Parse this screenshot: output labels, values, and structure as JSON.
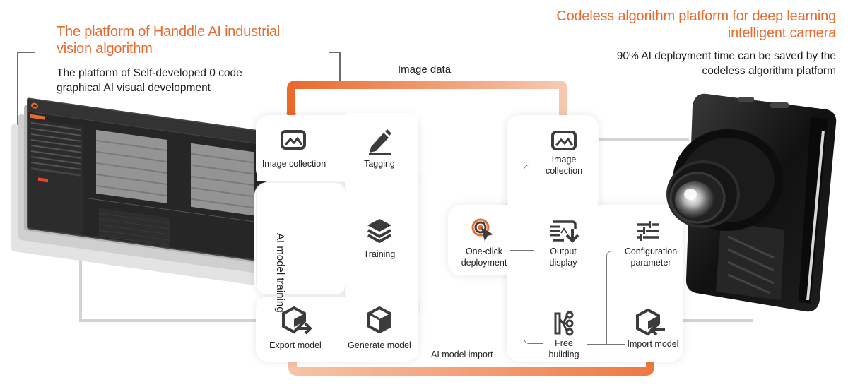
{
  "left_header": {
    "title_line1": "The platform of Handdle AI industrial",
    "title_line2": "vision algorithm",
    "subtitle_line1": "The platform of Self-developed 0 code",
    "subtitle_line2": "graphical AI visual development"
  },
  "right_header": {
    "title_line1": "Codeless algorithm platform for deep learning",
    "title_line2": "intelligent camera",
    "subtitle_line1": "90% AI deployment time can be saved by the",
    "subtitle_line2": "codeless algorithm platform"
  },
  "flows": {
    "image_data": "Image data",
    "ai_model_import": "AI model import",
    "ai_model_training": "AI model training"
  },
  "training_nodes": {
    "image_collection": "Image collection",
    "tagging": "Tagging",
    "training": "Training",
    "generate_model": "Generate model",
    "export_model": "Export model"
  },
  "camera_nodes": {
    "image_collection_line1": "Image",
    "image_collection_line2": "collection",
    "one_click_line1": "One-click",
    "one_click_line2": "deployment",
    "output_display_line1": "Output",
    "output_display_line2": "display",
    "configuration_line1": "Configuration",
    "configuration_line2": "parameter",
    "free_building_line1": "Free",
    "free_building_line2": "building",
    "import_model": "Import model"
  },
  "colors": {
    "accent": "#ea6a2c",
    "accent_light": "#f7c3a8",
    "icon": "#3c3c3c",
    "connector": "#d3d3d3"
  }
}
